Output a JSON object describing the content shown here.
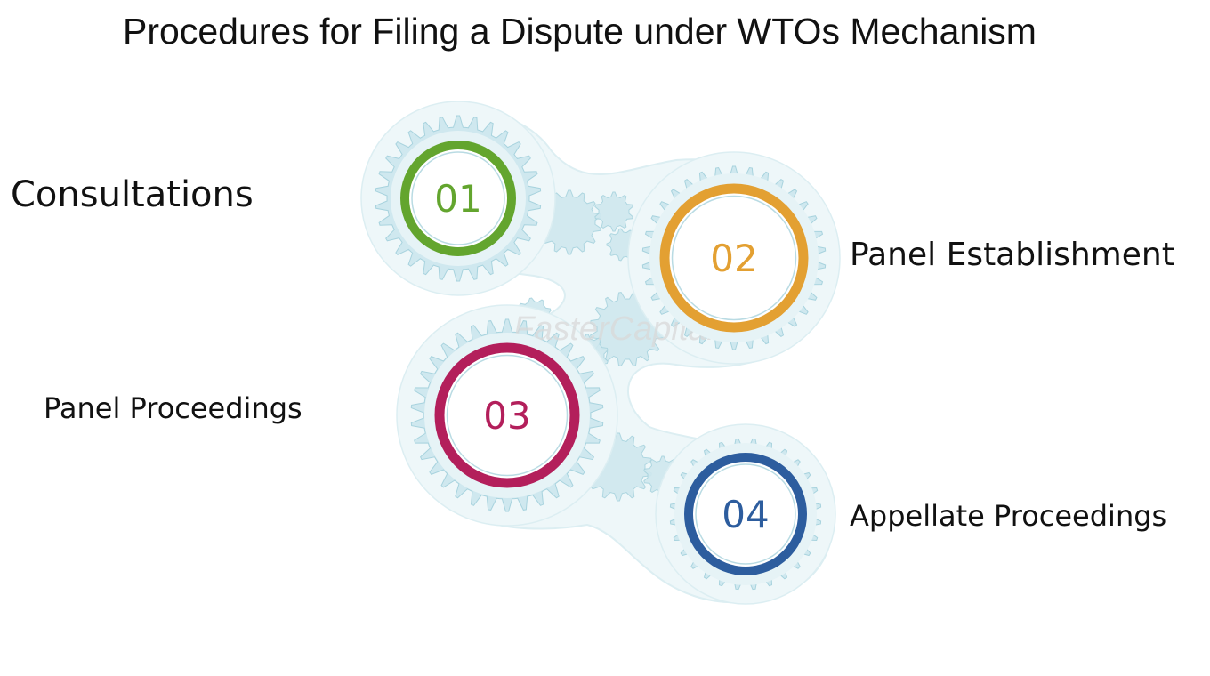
{
  "title": "Procedures for Filing a Dispute under WTOs Mechanism",
  "watermark": "FasterCapital",
  "colors": {
    "gear": "#cfe8ef",
    "gear_stroke": "#a8d3de",
    "halo": "#eef7f9"
  },
  "steps": [
    {
      "number": "01",
      "label": "Consultations",
      "color": "#63a52e"
    },
    {
      "number": "02",
      "label": "Panel Establishment",
      "color": "#e3a032"
    },
    {
      "number": "03",
      "label": "Panel Proceedings",
      "color": "#b31f5b"
    },
    {
      "number": "04",
      "label": "Appellate Proceedings",
      "color": "#2d5d9e"
    }
  ]
}
